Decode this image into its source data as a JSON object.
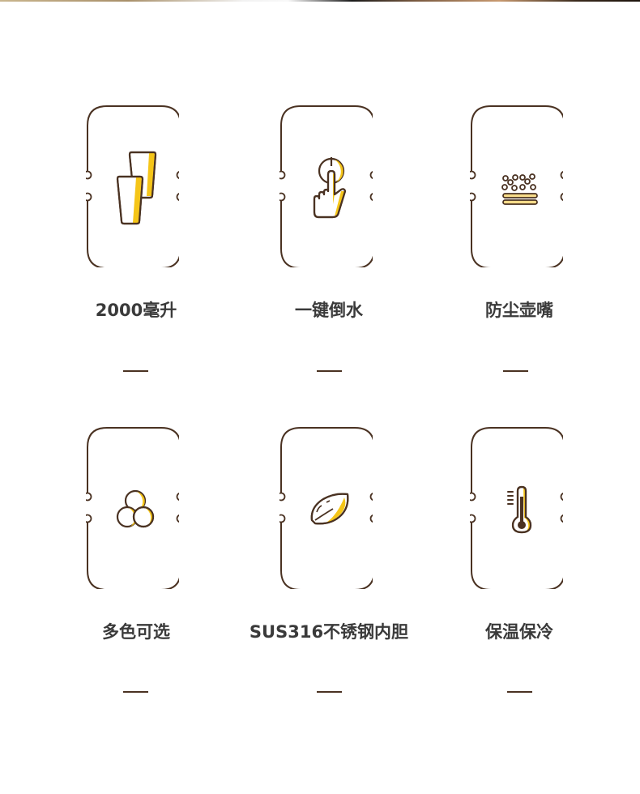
{
  "colors": {
    "outline": "#4a3222",
    "accent": "#f5c518",
    "text": "#3a3a3a"
  },
  "features": [
    {
      "label": "2000毫升",
      "icon": "cups-icon"
    },
    {
      "label": "一键倒水",
      "icon": "finger-press-icon"
    },
    {
      "label": "防尘壶嘴",
      "icon": "dust-filter-icon"
    },
    {
      "label": "多色可选",
      "icon": "color-circles-icon"
    },
    {
      "label": "SUS316不锈钢内胆",
      "icon": "leaf-icon"
    },
    {
      "label": "保温保冷",
      "icon": "thermometer-icon"
    }
  ]
}
